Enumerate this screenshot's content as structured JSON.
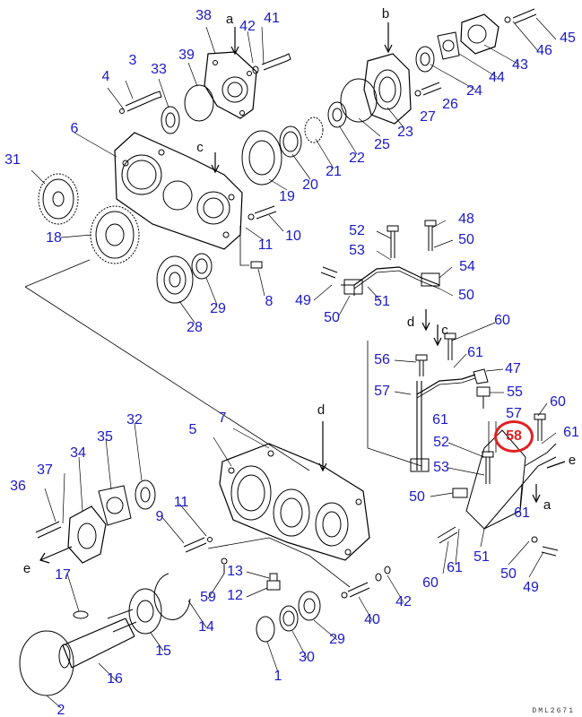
{
  "diagram": {
    "highlight_color": "#e02020",
    "label_color": "#1a1ac8",
    "highlighted_part": "58",
    "drawing_code": "DML2671",
    "callouts": [
      "1",
      "2",
      "3",
      "4",
      "5",
      "6",
      "7",
      "8",
      "9",
      "10",
      "11",
      "12",
      "13",
      "14",
      "15",
      "16",
      "17",
      "18",
      "19",
      "20",
      "21",
      "22",
      "23",
      "24",
      "25",
      "26",
      "27",
      "28",
      "29",
      "30",
      "31",
      "32",
      "33",
      "34",
      "35",
      "36",
      "37",
      "38",
      "39",
      "40",
      "41",
      "42",
      "43",
      "44",
      "45",
      "46",
      "47",
      "48",
      "49",
      "50",
      "51",
      "52",
      "53",
      "54",
      "55",
      "56",
      "57",
      "59",
      "60",
      "61"
    ],
    "view_refs": [
      "a",
      "b",
      "c",
      "d",
      "e"
    ]
  }
}
